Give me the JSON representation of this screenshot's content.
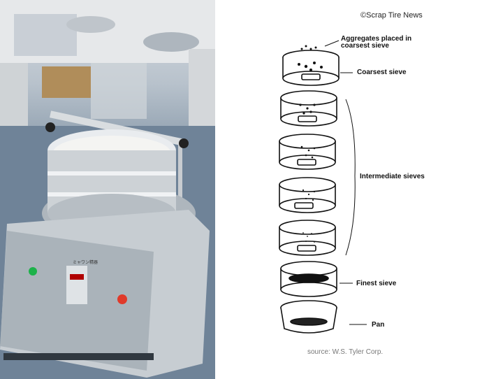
{
  "photo": {
    "caption": "sieve shaker machine photograph",
    "panel_label": "ミャワン精器"
  },
  "diagram": {
    "copyright": "©Scrap Tire News",
    "labels": {
      "aggregates": "Aggregates placed in",
      "aggregates2": "coarsest sieve",
      "coarsest": "Coarsest sieve",
      "intermediate": "Intermediate sieves",
      "finest": "Finest sieve",
      "pan": "Pan"
    },
    "source": "source: W.S. Tyler Corp."
  }
}
